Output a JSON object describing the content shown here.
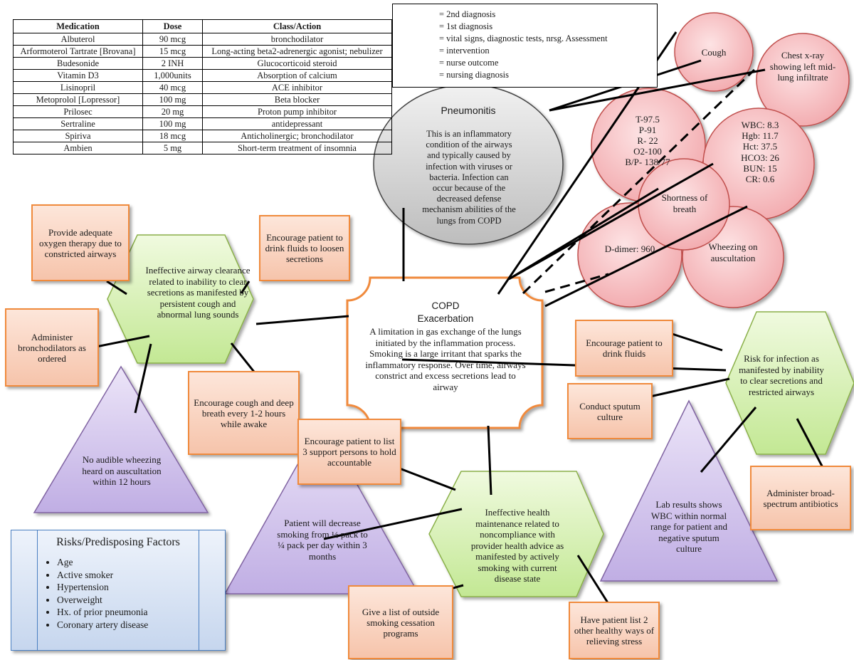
{
  "medication_table": {
    "headers": [
      "Medication",
      "Dose",
      "Class/Action"
    ],
    "rows": [
      [
        "Albuterol",
        "90 mcg",
        "bronchodilator"
      ],
      [
        "Arformoterol Tartrate [Brovana]",
        "15 mcg",
        "Long-acting beta2-adrenergic agonist; nebulizer"
      ],
      [
        "Budesonide",
        "2 INH",
        "Glucocorticoid steroid"
      ],
      [
        "Vitamin D3",
        "1,000units",
        "Absorption of calcium"
      ],
      [
        "Lisinopril",
        "40 mcg",
        "ACE inhibitor"
      ],
      [
        "Metoprolol [Lopressor]",
        "100 mg",
        "Beta blocker"
      ],
      [
        "Prilosec",
        "20 mg",
        "Proton pump inhibitor"
      ],
      [
        "Sertraline",
        "100 mg",
        "antidepressant"
      ],
      [
        "Spiriva",
        "18 mcg",
        "Anticholinergic; bronchodilator"
      ],
      [
        "Ambien",
        "5 mg",
        "Short-term treatment of insomnia"
      ]
    ]
  },
  "legend": {
    "second_diagnosis": "= 2nd diagnosis",
    "first_diagnosis": "= 1st diagnosis",
    "vitals": "= vital signs, diagnostic tests, nrsg. Assessment",
    "intervention": "= intervention",
    "outcome": "= nurse outcome",
    "nursing_diagnosis": "= nursing diagnosis"
  },
  "pneumonitis": {
    "title": "Pneumonitis",
    "body": "This is an inflammatory condition of the airways and typically caused by infection with viruses or bacteria. Infection can occur because of the decreased defense mechanism abilities of the lungs from COPD"
  },
  "copd": {
    "title": "COPD",
    "subtitle": "Exacerbation",
    "body": "A limitation in gas exchange of the lungs initiated by the inflammation process. Smoking is a large irritant that sparks the inflammatory response. Over time, airways constrict and excess secretions lead to airway"
  },
  "assessments": {
    "cough": "Cough",
    "chest_xray": "Chest x-ray showing left mid-lung infiltrate",
    "vitals": [
      "T-97.5",
      "P-91",
      "R- 22",
      "O2-100",
      "B/P- 138/77"
    ],
    "labs": [
      "WBC: 8.3",
      "Hgb: 11.7",
      "Hct: 37.5",
      "HCO3: 26",
      "BUN: 15",
      "CR: 0.6"
    ],
    "sob": "Shortness of breath",
    "ddimer": "D-dimer: 960",
    "wheezing": "Wheezing on auscultation"
  },
  "diagnoses": {
    "airway": "Ineffective airway clearance related to inability to clear secretions as manifested by persistent cough and abnormal lung sounds",
    "infection": "Risk for infection as manifested by inability to clear secretions and restricted airways",
    "health": "Ineffective health maintenance related to noncompliance with provider health advice as manifested by actively smoking with current disease state"
  },
  "interventions": {
    "oxygen": "Provide adequate oxygen therapy due to constricted airways",
    "fluids_secretions": "Encourage patient to drink fluids to loosen secretions",
    "bronchodilators": "Administer bronchodilators as ordered",
    "cough_breath": "Encourage cough and deep breath every 1-2 hours while awake",
    "support": "Encourage patient to list 3 support persons to hold accountable",
    "fluids": "Encourage patient to drink fluids",
    "sputum": "Conduct sputum culture",
    "antibiotics": "Administer broad-spectrum antibiotics",
    "smoking_programs": "Give a list of outside smoking cessation programs",
    "stress": "Have patient list 2 other healthy ways of relieving stress"
  },
  "outcomes": {
    "wheezing": "No audible wheezing heard on auscultation within 12 hours",
    "smoking": "Patient will decrease smoking from ½ pack to ¼ pack per day within 3 months",
    "labs": "Lab results shows WBC within normal range for patient and negative sputum culture"
  },
  "risks": {
    "title": "Risks/Predisposing Factors",
    "items": [
      "Age",
      "Active smoker",
      "Hypertension",
      "Overweight",
      "Hx. of prior pneumonia",
      "Coronary artery disease"
    ]
  },
  "colors": {
    "intervention_border": "#f08a3c",
    "assessment_fill": "#f4b4b8",
    "diagnosis_fill": "#d9f2b0",
    "outcome_fill": "#cfc0ea",
    "second_diagnosis_fill": "#d0d0d0",
    "risk_border": "#4a7fc1"
  }
}
